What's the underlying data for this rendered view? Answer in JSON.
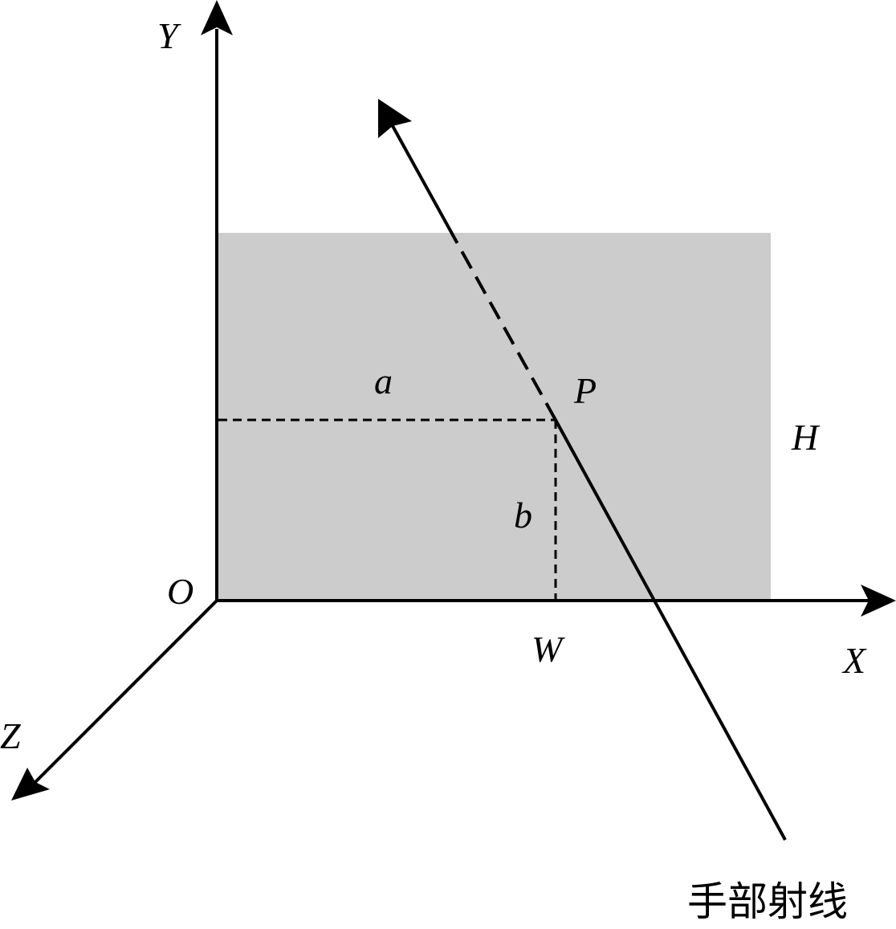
{
  "colors": {
    "screen_fill": "#cccccc",
    "ink": "#000000",
    "background": "#ffffff"
  },
  "labels": {
    "y_axis": "Y",
    "x_axis": "X",
    "z_axis": "Z",
    "origin": "O",
    "point": "P",
    "dist_a": "a",
    "dist_b": "b",
    "width": "W",
    "height": "H",
    "ray_caption": "手部射线"
  }
}
